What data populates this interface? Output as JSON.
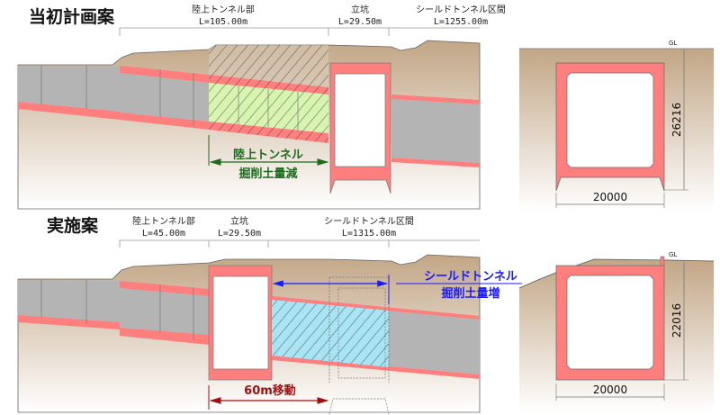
{
  "initial_plan": {
    "title": "当初計画案",
    "sections": [
      {
        "name": "陸上トンネル部",
        "length": "L=105.00m"
      },
      {
        "name": "立坑",
        "length": "L=29.50m"
      },
      {
        "name": "シールドトンネル区間",
        "length": "L=1255.00m"
      }
    ],
    "annotation": [
      "陸上トンネル",
      "掘削土量減"
    ],
    "cross_section": {
      "gl": "GL",
      "height": "26216",
      "width": "20000"
    }
  },
  "implemented_plan": {
    "title": "実施案",
    "sections": [
      {
        "name": "陸上トンネル部",
        "length": "L=45.00m"
      },
      {
        "name": "立坑",
        "length": "L=29.50m"
      },
      {
        "name": "シールドトンネル区間",
        "length": "L=1315.00m"
      }
    ],
    "annotation": [
      "シールドトンネル",
      "掘削土量増"
    ],
    "move_label": "60m移動",
    "cross_section": {
      "gl": "GL",
      "height": "22016",
      "width": "20000"
    }
  },
  "colors": {
    "concrete": "#ff7f7f",
    "tunnel": "#b4b4b4",
    "soil": "#c4aa8c",
    "reduced": "#d8f5b0",
    "increased": "#a8e4f4"
  }
}
